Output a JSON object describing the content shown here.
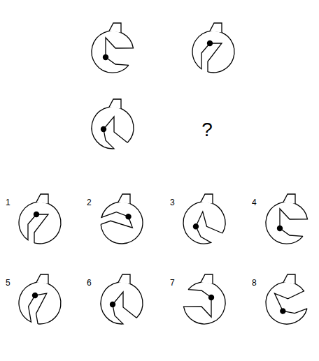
{
  "diagram": {
    "labels": [
      "?",
      "1",
      "2",
      "3",
      "4",
      "5",
      "6",
      "7",
      "8"
    ]
  }
}
